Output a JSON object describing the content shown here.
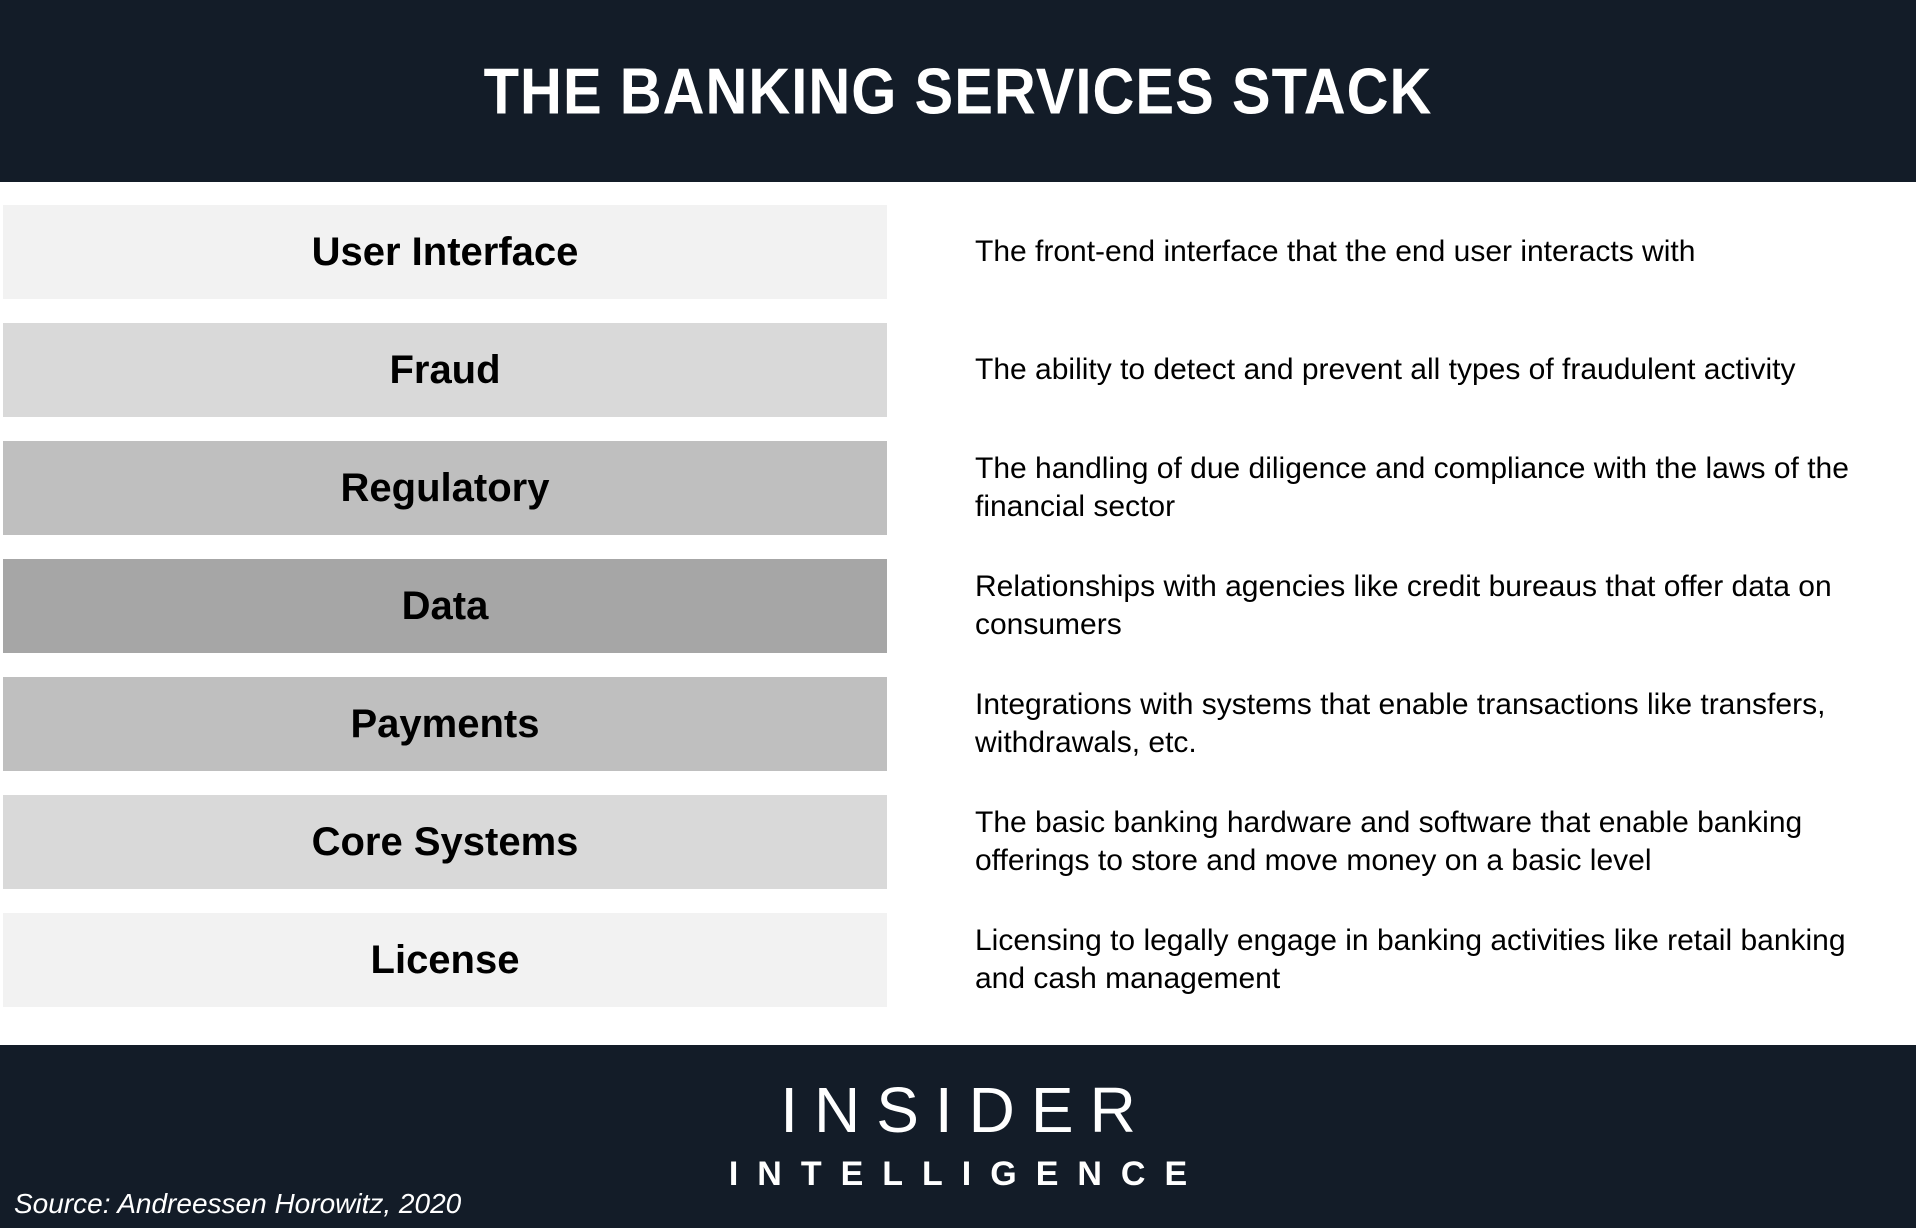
{
  "header": {
    "title": "THE BANKING SERVICES STACK"
  },
  "stack": {
    "rows": [
      {
        "label": "User Interface",
        "description": "The front-end interface that the end user interacts with",
        "color": "#f2f2f2"
      },
      {
        "label": "Fraud",
        "description": "The ability to detect and prevent all types of fraudulent activity",
        "color": "#d9d9d9"
      },
      {
        "label": "Regulatory",
        "description": "The handling of due diligence and compliance with the laws of the financial sector",
        "color": "#bfbfbf"
      },
      {
        "label": "Data",
        "description": "Relationships with agencies like credit bureaus that offer data on consumers",
        "color": "#a6a6a6"
      },
      {
        "label": "Payments",
        "description": "Integrations with systems that enable transactions like transfers, withdrawals, etc.",
        "color": "#bfbfbf"
      },
      {
        "label": "Core Systems",
        "description": "The basic banking hardware and software that enable banking offerings to store and move money on a basic level",
        "color": "#d9d9d9"
      },
      {
        "label": "License",
        "description": "Licensing to legally engage in banking activities like retail banking and cash management",
        "color": "#f2f2f2"
      }
    ]
  },
  "footer": {
    "logo_line1": "INSIDER",
    "logo_line2": "INTELLIGENCE",
    "source": "Source: Andreessen Horowitz, 2020"
  },
  "colors": {
    "brand_dark": "#131c28",
    "text_black": "#000000",
    "text_white": "#ffffff"
  }
}
